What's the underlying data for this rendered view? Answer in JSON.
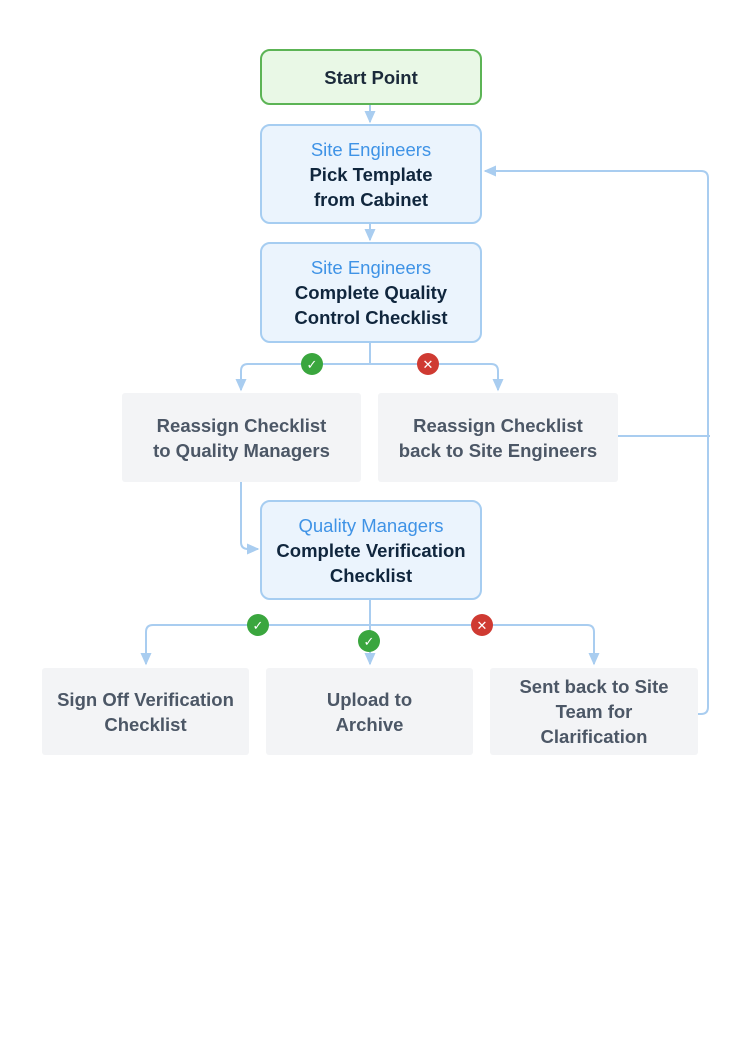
{
  "colors": {
    "connector": "#a9cdf0",
    "approve": "#3aa63e",
    "reject": "#cf3a32",
    "start_border": "#5cb455",
    "role_text": "#3f93e6"
  },
  "icons": {
    "approve": "check-icon",
    "reject": "cross-icon"
  },
  "glyphs": {
    "approve": "✓",
    "reject": "✕"
  },
  "nodes": {
    "start": {
      "label": "Start Point"
    },
    "pick_template": {
      "role": "Site Engineers",
      "task_line1": "Pick Template",
      "task_line2": "from Cabinet"
    },
    "complete_qc": {
      "role": "Site Engineers",
      "task_line1": "Complete Quality",
      "task_line2": "Control Checklist"
    },
    "reassign_qm": {
      "line1": "Reassign Checklist",
      "line2": "to Quality Managers"
    },
    "reassign_site": {
      "line1": "Reassign Checklist",
      "line2": "back to Site Engineers"
    },
    "verification": {
      "role": "Quality Managers",
      "task_line1": "Complete Verification",
      "task_line2": "Checklist"
    },
    "sign_off": {
      "line1": "Sign Off Verification",
      "line2": "Checklist"
    },
    "archive": {
      "line1": "Upload to",
      "line2": "Archive"
    },
    "sent_back": {
      "line1": "Sent back to Site",
      "line2": "Team for",
      "line3": "Clarification"
    }
  }
}
